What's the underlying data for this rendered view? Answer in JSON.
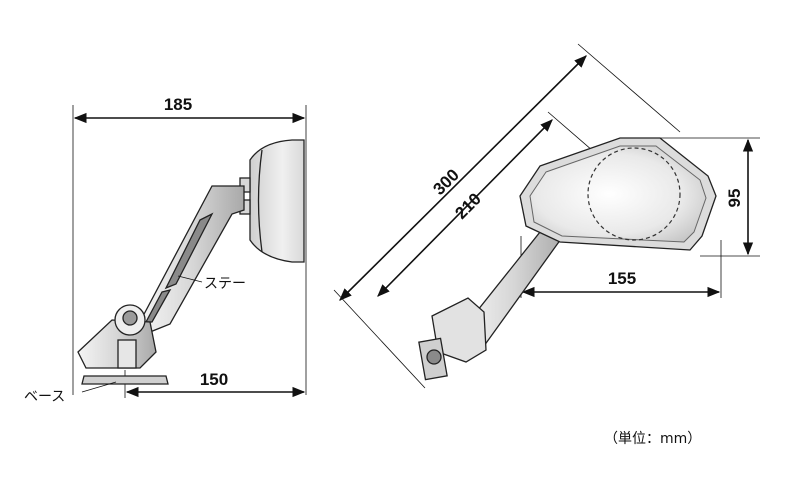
{
  "side_view": {
    "dim_width": "185",
    "dim_base": "150",
    "label_stay": "ステー",
    "label_base": "ベース"
  },
  "front_view": {
    "dim_overall": "300",
    "dim_arm": "210",
    "dim_height": "95",
    "dim_mirror_width": "155"
  },
  "unit_note": "（単位：mm）"
}
